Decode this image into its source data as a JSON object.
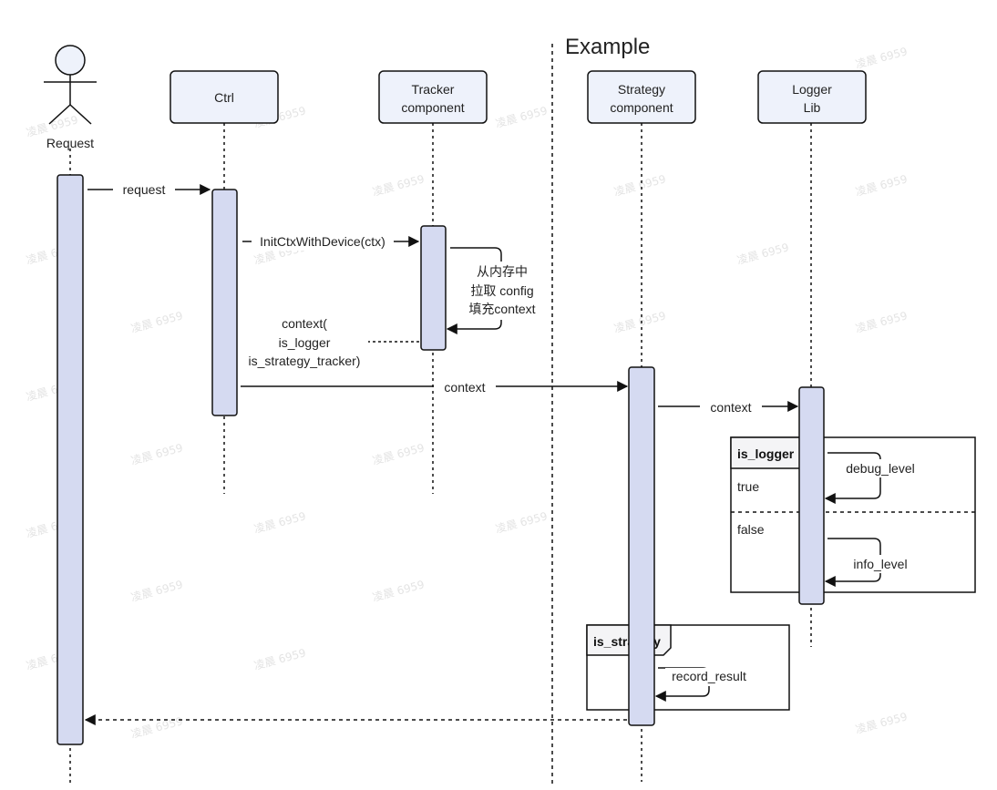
{
  "title": "Example",
  "actor": {
    "label": "Request"
  },
  "participants": [
    {
      "id": "ctrl",
      "lines": [
        "Ctrl"
      ]
    },
    {
      "id": "tracker",
      "lines": [
        "Tracker",
        "component"
      ]
    },
    {
      "id": "strategy",
      "lines": [
        "Strategy",
        "component"
      ]
    },
    {
      "id": "logger",
      "lines": [
        "Logger",
        "Lib"
      ]
    }
  ],
  "messages": {
    "request": "request",
    "init": "InitCtxWithDevice(ctx)",
    "self_note": [
      "从内存中",
      "拉取 config",
      "填充context"
    ],
    "return_ctx": [
      "context(",
      "is_logger",
      "is_strategy_tracker)"
    ],
    "context_1": "context",
    "context_2": "context",
    "debug": "debug_level",
    "info": "info_level",
    "record": "record_result"
  },
  "fragments": {
    "logger": {
      "tag": "is_logger",
      "guard_true": "true",
      "guard_false": "false"
    },
    "strategy": {
      "tag": "is_strategy"
    }
  },
  "watermark": "凌晨 6959",
  "colors": {
    "box_fill": "#eef2fb",
    "activation_fill": "#d5daf1",
    "line": "#111111"
  }
}
